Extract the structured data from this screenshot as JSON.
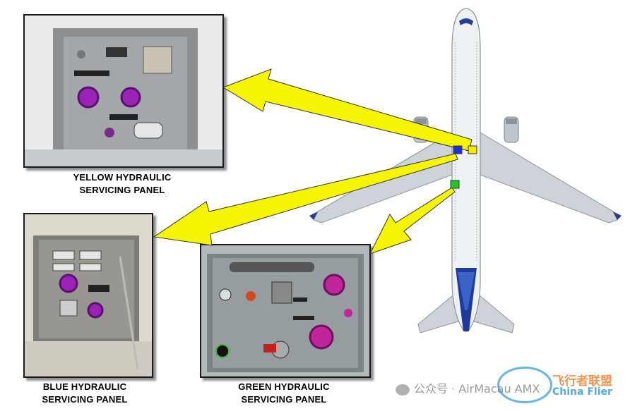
{
  "panels": {
    "yellow": {
      "caption_line1": "YELLOW HYDRAULIC",
      "caption_line2": "SERVICING PANEL"
    },
    "blue": {
      "caption_line1": "BLUE HYDRAULIC",
      "caption_line2": "SERVICING PANEL"
    },
    "green": {
      "caption_line1": "GREEN HYDRAULIC",
      "caption_line2": "SERVICING PANEL"
    }
  },
  "markers": {
    "yellow_color": "#f5ea00",
    "blue_color": "#1c2fd8",
    "green_color": "#22c822"
  },
  "arrow_color": "#f5f500",
  "watermark": {
    "channel": "公众号 · AirMacau AMX",
    "brand_cn": "飞行者联盟",
    "brand_en": "China Flier"
  }
}
